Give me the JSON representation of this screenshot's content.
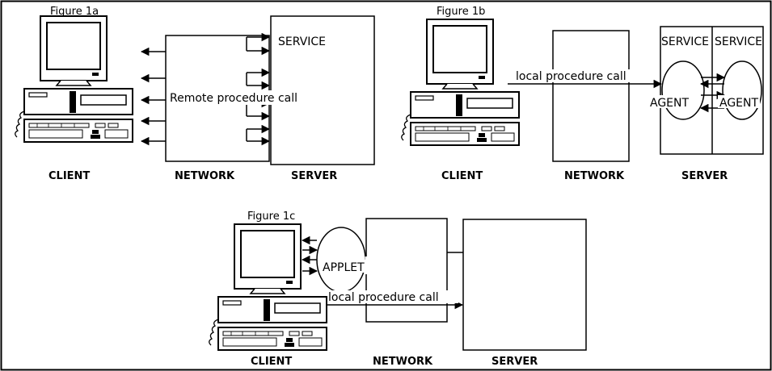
{
  "figure_1a": {
    "title": "Figure 1a",
    "service_label": "SERVICE",
    "call_label": "Remote procedure call",
    "client_caption": "CLIENT",
    "network_caption": "NETWORK",
    "server_caption": "SERVER"
  },
  "figure_1b": {
    "title": "Figure 1b",
    "call_label": "local procedure call",
    "service_left_label": "SERVICE",
    "service_right_label": "SERVICE",
    "agent_left_label": "AGENT",
    "agent_right_label": "AGENT",
    "client_caption": "CLIENT",
    "network_caption": "NETWORK",
    "server_caption": "SERVER"
  },
  "figure_1c": {
    "title": "Figure 1c",
    "applet_label": "APPLET",
    "call_label": "local procedure call",
    "client_caption": "CLIENT",
    "network_caption": "NETWORK",
    "server_caption": "SERVER"
  },
  "colors": {
    "ink": "#000000",
    "paper": "#ffffff"
  },
  "icons": {
    "client_computer": "desktop-computer-icon"
  }
}
